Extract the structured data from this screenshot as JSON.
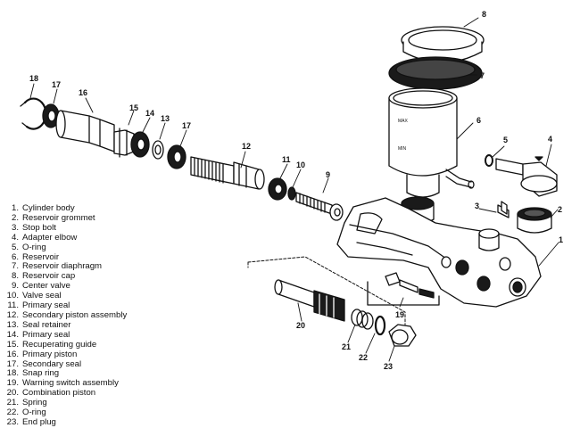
{
  "callouts": {
    "c1": "1",
    "c2": "2",
    "c3": "3",
    "c4": "4",
    "c5": "5",
    "c6": "6",
    "c7": "7",
    "c8": "8",
    "c9": "9",
    "c10": "10",
    "c11": "11",
    "c12": "12",
    "c13": "13",
    "c14": "14",
    "c15": "15",
    "c16": "16",
    "c17a": "17",
    "c17b": "17",
    "c18": "18",
    "c19": "19",
    "c20": "20",
    "c21": "21",
    "c22": "22",
    "c23": "23"
  },
  "legend": [
    {
      "num": "1.",
      "label": "Cylinder body"
    },
    {
      "num": "2.",
      "label": "Reservoir grommet"
    },
    {
      "num": "3.",
      "label": "Stop bolt"
    },
    {
      "num": "4.",
      "label": "Adapter elbow"
    },
    {
      "num": "5.",
      "label": "O-ring"
    },
    {
      "num": "6.",
      "label": "Reservoir"
    },
    {
      "num": "7.",
      "label": "Reservoir diaphragm"
    },
    {
      "num": "8.",
      "label": "Reservoir cap"
    },
    {
      "num": "9.",
      "label": "Center valve"
    },
    {
      "num": "10.",
      "label": "Valve seal"
    },
    {
      "num": "11.",
      "label": "Primary seal"
    },
    {
      "num": "12.",
      "label": "Secondary piston assembly"
    },
    {
      "num": "13.",
      "label": "Seal retainer"
    },
    {
      "num": "14.",
      "label": "Primary seal"
    },
    {
      "num": "15.",
      "label": "Recuperating guide"
    },
    {
      "num": "16.",
      "label": "Primary piston"
    },
    {
      "num": "17.",
      "label": "Secondary seal"
    },
    {
      "num": "18.",
      "label": "Snap ring"
    },
    {
      "num": "19.",
      "label": "Warning switch assembly"
    },
    {
      "num": "20.",
      "label": "Combination piston"
    },
    {
      "num": "21.",
      "label": "Spring"
    },
    {
      "num": "22.",
      "label": "O-ring"
    },
    {
      "num": "23.",
      "label": "End plug"
    }
  ],
  "reservoir_marking": {
    "line1": "MAX",
    "line2": "MIN"
  }
}
